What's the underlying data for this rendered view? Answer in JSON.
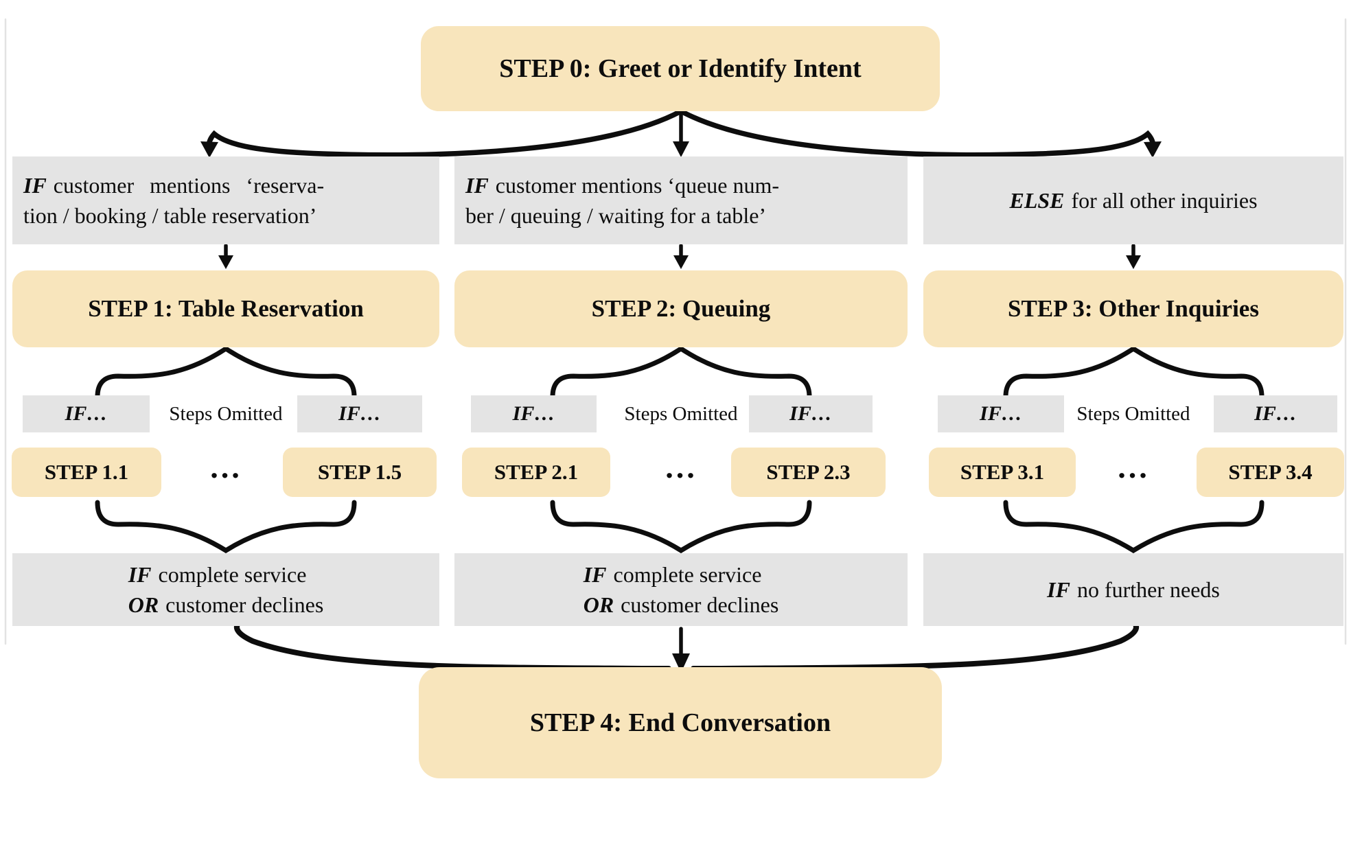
{
  "colors": {
    "node_fill": "#F8E5BC",
    "condition_fill": "#E4E4E4",
    "line_color": "#0d0d0d"
  },
  "step0": {
    "label": "STEP 0: Greet or Identify Intent"
  },
  "step4": {
    "label": "STEP 4: End Conversation"
  },
  "branches": [
    {
      "condition": {
        "keyword": "IF",
        "line1": "customer mentions ‘reserva-",
        "line2": "tion / booking / table reservation’"
      },
      "step": {
        "label": "STEP 1: Table Reservation"
      },
      "substeps": {
        "if_left": "IF…",
        "omitted": "Steps Omitted",
        "if_right": "IF…",
        "first": "STEP 1.1",
        "dots": "…",
        "last": "STEP 1.5"
      },
      "exit": {
        "lines": [
          {
            "keyword": "IF",
            "text": "complete service"
          },
          {
            "keyword": "OR",
            "text": "customer declines"
          }
        ]
      }
    },
    {
      "condition": {
        "keyword": "IF",
        "line1": "customer mentions ‘queue num-",
        "line2": "ber / queuing / waiting for a table’"
      },
      "step": {
        "label": "STEP 2: Queuing"
      },
      "substeps": {
        "if_left": "IF…",
        "omitted": "Steps Omitted",
        "if_right": "IF…",
        "first": "STEP 2.1",
        "dots": "…",
        "last": "STEP 2.3"
      },
      "exit": {
        "lines": [
          {
            "keyword": "IF",
            "text": "complete service"
          },
          {
            "keyword": "OR",
            "text": "customer declines"
          }
        ]
      }
    },
    {
      "condition": {
        "keyword": "ELSE",
        "line1": "for all other inquiries",
        "line2": ""
      },
      "step": {
        "label": "STEP 3: Other Inquiries"
      },
      "substeps": {
        "if_left": "IF…",
        "omitted": "Steps Omitted",
        "if_right": "IF…",
        "first": "STEP 3.1",
        "dots": "…",
        "last": "STEP 3.4"
      },
      "exit": {
        "lines": [
          {
            "keyword": "IF",
            "text": "no further needs"
          }
        ]
      }
    }
  ]
}
